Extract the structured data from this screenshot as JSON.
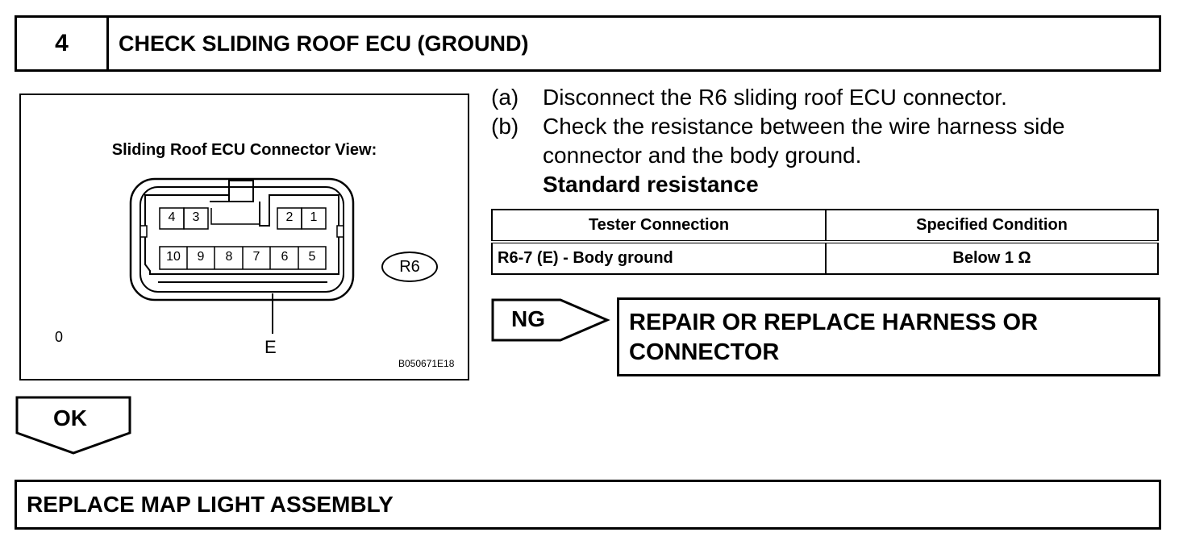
{
  "step": {
    "number": "4",
    "title": "CHECK SLIDING ROOF ECU (GROUND)"
  },
  "figure": {
    "title": "Sliding Roof ECU Connector View:",
    "connector_badge": "R6",
    "pins_top_left": [
      "4",
      "3"
    ],
    "pins_top_right": [
      "2",
      "1"
    ],
    "pins_bottom": [
      "10",
      "9",
      "8",
      "7",
      "6",
      "5"
    ],
    "ground_label": "E",
    "corner_mark": "0",
    "figure_code": "B050671E18"
  },
  "instructions": [
    {
      "letter": "(a)",
      "text": "Disconnect the R6 sliding roof ECU connector."
    },
    {
      "letter": "(b)",
      "text": "Check the resistance between the wire harness side",
      "cont": "connector and the body ground."
    }
  ],
  "standard_label": "Standard resistance",
  "table": {
    "headers": [
      "Tester Connection",
      "Specified Condition"
    ],
    "rows": [
      [
        "R6-7 (E) - Body ground",
        "Below 1 Ω"
      ]
    ]
  },
  "ng": {
    "label": "NG",
    "action_line1": "REPAIR OR REPLACE HARNESS OR",
    "action_line2": "CONNECTOR"
  },
  "ok": {
    "label": "OK"
  },
  "next_step": "REPLACE MAP LIGHT ASSEMBLY"
}
